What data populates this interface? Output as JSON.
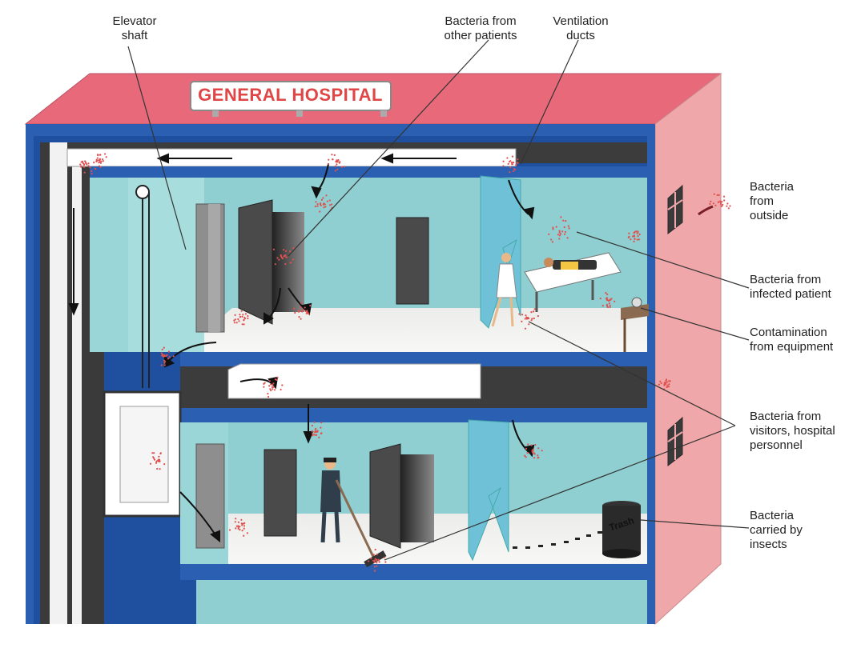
{
  "sign": {
    "text": "GENERAL HOSPITAL"
  },
  "trash": {
    "text": "Trash"
  },
  "labels": {
    "elevator_shaft": "Elevator\nshaft",
    "bacteria_other_patients": "Bacteria from\nother patients",
    "ventilation_ducts": "Ventilation\nducts",
    "bacteria_outside": "Bacteria\nfrom\noutside",
    "bacteria_infected_patient": "Bacteria from\ninfected patient",
    "contamination_equipment": "Contamination\nfrom equipment",
    "bacteria_visitors": "Bacteria from\nvisitors, hospital\npersonnel",
    "bacteria_insects": "Bacteria\ncarried by\ninsects"
  },
  "colors": {
    "roof": "#e86a7a",
    "wall_side": "#efa7a9",
    "frame_blue": "#2a5fb2",
    "room_wall": "#8fcfd1",
    "floor": "#f1f1ef",
    "duct": "#ffffff",
    "duct_dark": "#3c3c3c",
    "bacteria": "#e0504e"
  },
  "icons": [
    "arrow-icon",
    "bacteria-dots-icon",
    "door-icon",
    "window-icon",
    "trash-can-icon",
    "nurse-figure",
    "janitor-figure",
    "patient-figure",
    "insect-trail-icon"
  ]
}
